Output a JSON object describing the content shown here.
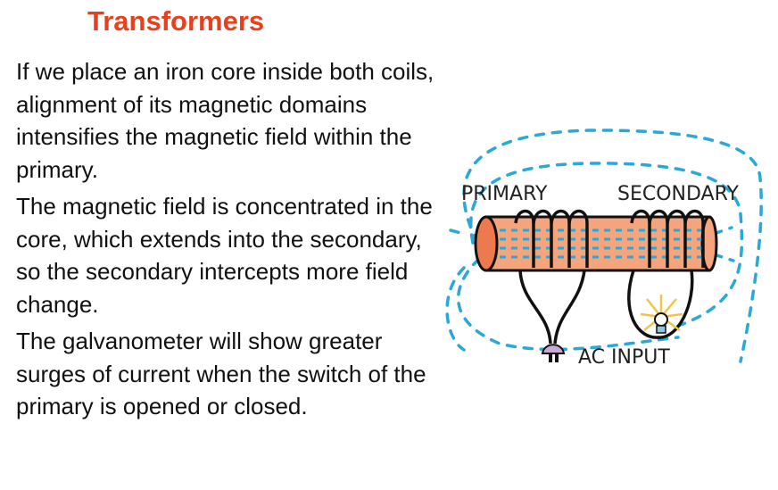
{
  "title": "Transformers",
  "paragraphs": [
    "If we place an iron core inside both coils, alignment of its magnetic domains intensifies the magnetic field within the primary.",
    "The magnetic field is concentrated in the core, which extends into the secondary, so the secondary intercepts more field change.",
    "The galvanometer will show greater surges of current when the switch of the primary is opened or closed."
  ],
  "diagram": {
    "labels": {
      "primary": "PRIMARY",
      "secondary": "SECONDARY",
      "ac_input": "AC INPUT"
    },
    "colors": {
      "core": "#f4a57e",
      "core_end": "#ec7a4e",
      "field": "#2aa8d8",
      "wire": "#111111",
      "glow": "#f3c24a",
      "plug": "#c9a8d6"
    }
  }
}
